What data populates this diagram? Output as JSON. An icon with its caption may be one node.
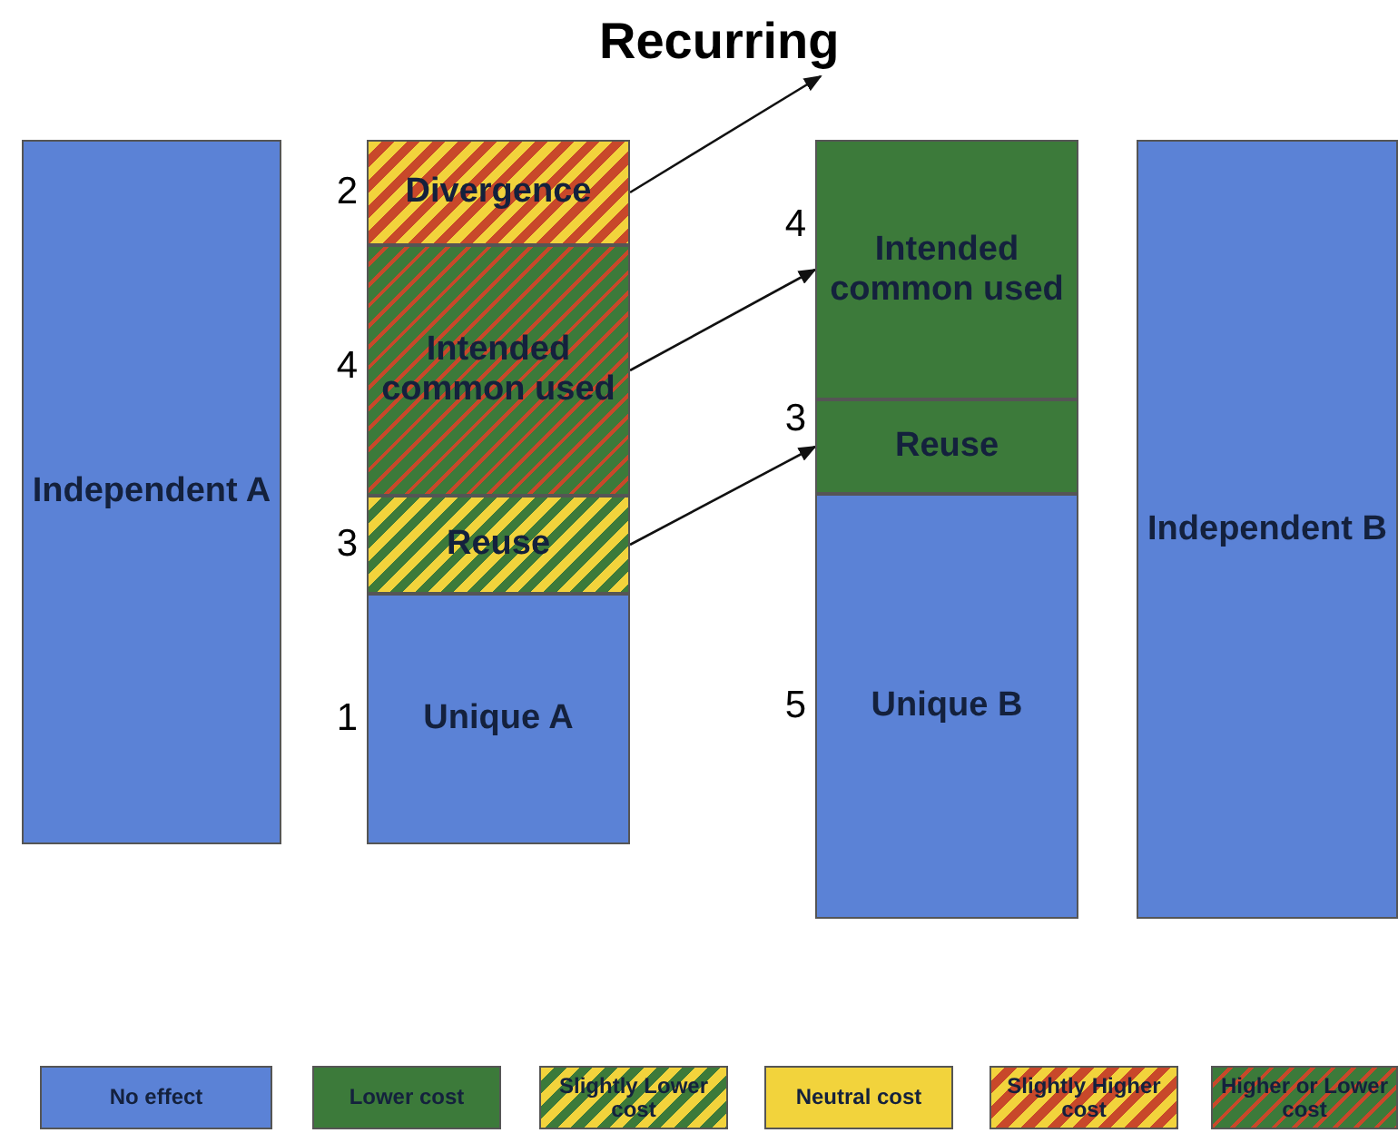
{
  "diagram": {
    "title": "Recurring",
    "nodes": [
      {
        "text": [
          "Independent A"
        ]
      },
      {
        "text": [
          "Divergence"
        ],
        "beside": [
          "2"
        ]
      },
      {
        "text": [
          "Intended common used"
        ],
        "beside": [
          "4"
        ]
      },
      {
        "text": [
          "Reuse"
        ],
        "beside": [
          "3"
        ]
      },
      {
        "text": [
          "Unique A"
        ],
        "beside": [
          "1"
        ]
      },
      {
        "text": [
          "Intended common used"
        ],
        "beside": [
          "4"
        ]
      },
      {
        "text": [
          "Reuse"
        ],
        "beside": [
          "3"
        ]
      },
      {
        "text": [
          "Unique B"
        ],
        "beside": [
          "5"
        ]
      },
      {
        "text": [
          "Independent B"
        ]
      }
    ],
    "edges": [
      {
        "from": 1,
        "to": null,
        "arrow": "to"
      },
      {
        "from": 2,
        "to": 5,
        "arrow": "to"
      },
      {
        "from": 3,
        "to": 6,
        "arrow": "to"
      }
    ],
    "legend": [
      {
        "text": "No effect",
        "color": "#5b82d6"
      },
      {
        "text": "Lower cost",
        "color": "#3c7a3a"
      },
      {
        "text": "Slightly Lower cost"
      },
      {
        "text": "Neutral cost",
        "color": "#f2d33c"
      },
      {
        "text": "Slightly Higher cost"
      },
      {
        "text": "Higher or Lower cost"
      }
    ]
  }
}
